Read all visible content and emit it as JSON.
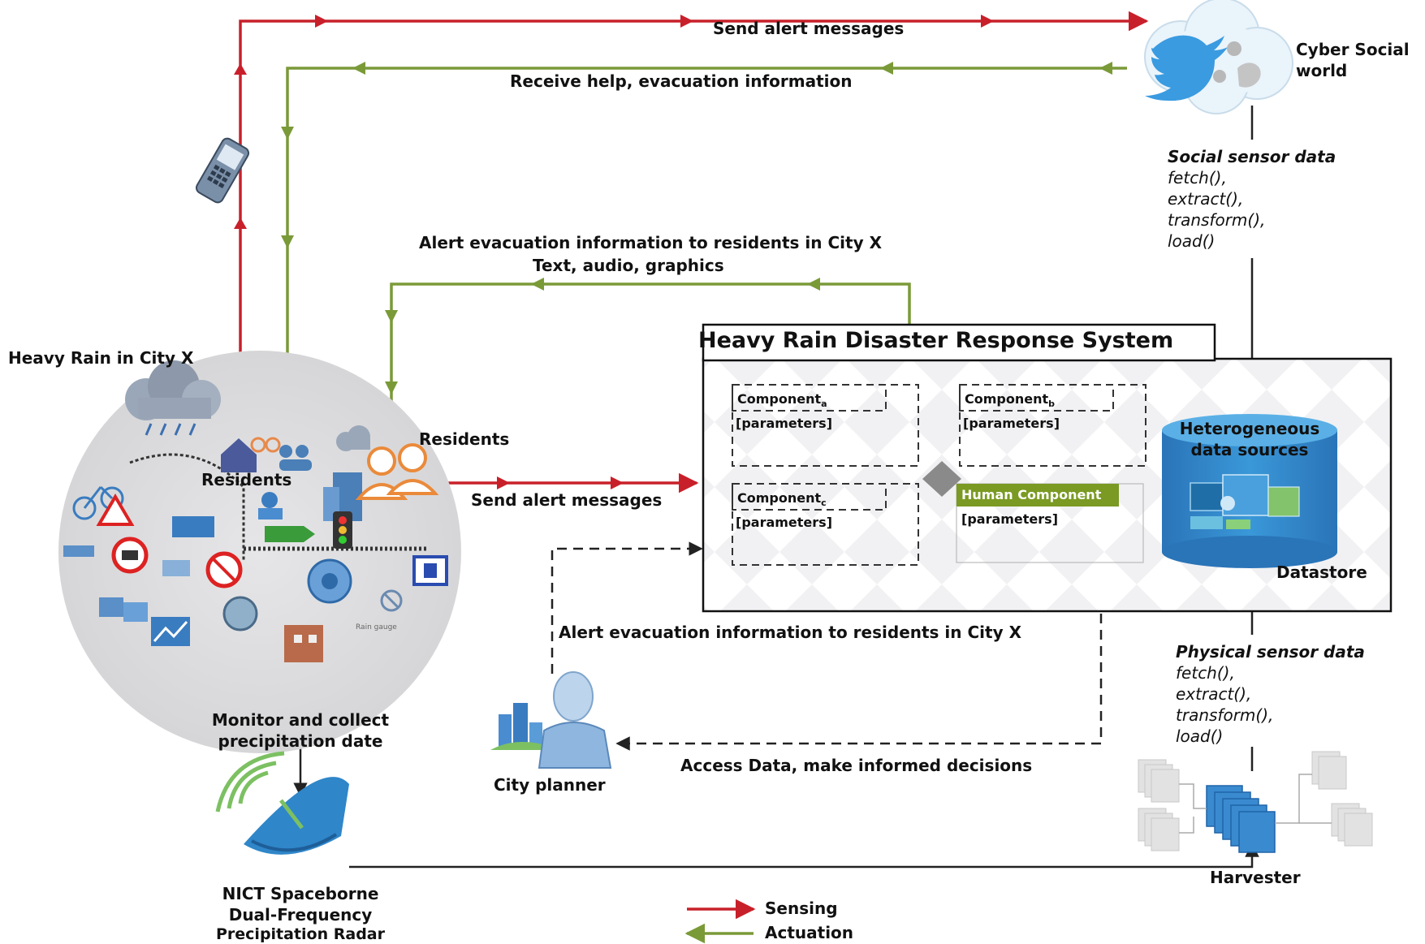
{
  "colors": {
    "sensing": "#c8202a",
    "actuation": "#7a9a38",
    "dashed": "#222222",
    "cylinder": "#2f86c9"
  },
  "labels": {
    "send_alert_top": "Send alert messages",
    "receive_help": "Receive help, evacuation information",
    "cyber_social_line1": "Cyber Social",
    "cyber_social_line2": "world",
    "social_sensor_title": "Social sensor data",
    "social_sensor_fn": [
      "fetch(),",
      "extract(),",
      "transform(),",
      "load()"
    ],
    "alert_evac_line1": "Alert evacuation information to residents in City X",
    "alert_evac_line2": "Text, audio, graphics",
    "heavy_rain_city": "Heavy Rain in City X",
    "residents_a": "Residents",
    "residents_b": "Residents",
    "send_alert_mid": "Send alert messages",
    "system_title": "Heavy Rain Disaster Response System",
    "component_a": "Component",
    "component_a_sub": "a",
    "component_b": "Component",
    "component_b_sub": "b",
    "component_c": "Component",
    "component_c_sub": "c",
    "parameters": "[parameters]",
    "human_component": "Human Component",
    "heterogeneous_line1": "Heterogeneous",
    "heterogeneous_line2": "data sources",
    "datastore": "Datastore",
    "alert_evac_planner": "Alert evacuation information to residents in City X",
    "physical_sensor_title": "Physical sensor data",
    "physical_sensor_fn": [
      "fetch(),",
      "extract(),",
      "transform(),",
      "load()"
    ],
    "monitor_line1": "Monitor and collect",
    "monitor_line2": "precipitation date",
    "city_planner": "City planner",
    "access_data": "Access Data, make informed decisions",
    "radar_line1": "NICT Spaceborne",
    "radar_line2": "Dual-Frequency",
    "radar_line3": "Precipitation Radar",
    "harvester": "Harvester",
    "rain_gauge": "Rain gauge",
    "legend_sensing": "Sensing",
    "legend_actuation": "Actuation"
  },
  "icons": [
    "mobile-phone-icon",
    "twitter-bird-icon",
    "cloud-icon",
    "rain-cloud-icon",
    "residents-icon",
    "satellite-dish-icon",
    "city-planner-icon",
    "database-icon",
    "harvester-icon"
  ]
}
